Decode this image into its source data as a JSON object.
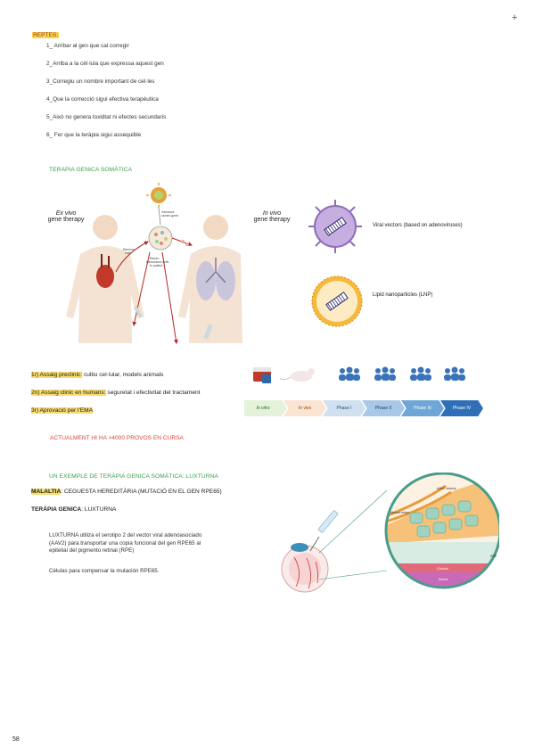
{
  "corner_mark": "+",
  "reptes": {
    "title": "REPTES:",
    "items": [
      "1_ Arribar al gen que cal corregir",
      "2_Arriba a la cèl·lula que expressa aquest gen",
      "3_Corregiu un nombre important de cel·les",
      "4_Que la correcció sigui efectiva terapèutica",
      "5_Això no genera toxidtat ni efectes secundaris",
      "6_ Fer que la teràpia sigui assequible"
    ]
  },
  "section_somatic": "TERAPIA GENICA SOMÀTICA",
  "figure_ex_vivo": {
    "ex_vivo_italic": "Ex vivo",
    "ex_vivo_rest": "gene therapy",
    "introduce_label": "Introduce cloned gene",
    "remove_label": "Remove cells",
    "return_label": "Return transduced cells to patient",
    "in_vivo_italic": "In vivo",
    "in_vivo_rest": "gene therapy",
    "viral_vectors": "Viral vectors (based on adenoviruses)",
    "lipid_np": "Lipid nanoparticles (LNP)"
  },
  "assays": [
    {
      "highlight": "1r) Assaig preclinic:",
      "rest": " cultiu cel·lular, models animals"
    },
    {
      "highlight": "2n) Assaig clinic en humans:",
      "rest": " seguretat i efectivitat del tractament"
    },
    {
      "highlight": "3r) Aprovació per l'EMA",
      "rest": ""
    }
  ],
  "phases": [
    "In vitro",
    "In vivo",
    "Phase I",
    "Phase II",
    "Phase III",
    "Phase IV"
  ],
  "phase_colors": [
    "#e3f2d9",
    "#fbe4d2",
    "#cfe0f1",
    "#a9c8e8",
    "#6ea6d8",
    "#2f6fb8"
  ],
  "actualment": "ACTUALMENT HI HA >4000 PROVOS EN CURSA",
  "example_title": "UN EXEMPLE DE TERÀPIA GENICA SOMÀTICA: LUXTURNA",
  "malaltia": {
    "label": "MALALTIA",
    "value": ": CEGUESTA HEREDITÀRIA (MUTACIÓ EN EL GEN RPE65)"
  },
  "terapia": {
    "label": "TERÀPIA GENICA",
    "value": ": LUXTURNA"
  },
  "luxturna_para": [
    "LUXTURNA utiliza el serotipo 2 del vector viral adenoasociado",
    "(AAV2) para transportar una copia funcional del gen RPE65 al",
    "epitelial del pigmento retinal (RPE)"
  ],
  "cells_note": "Cèlulas para compensar la mutación RPE65.",
  "eye_labels": {
    "aav": "AAV2 vectors",
    "neural": "Neural retina",
    "rpe": "RPE",
    "choroid": "Choroid",
    "sclera": "Sclera"
  },
  "page_number": "58"
}
